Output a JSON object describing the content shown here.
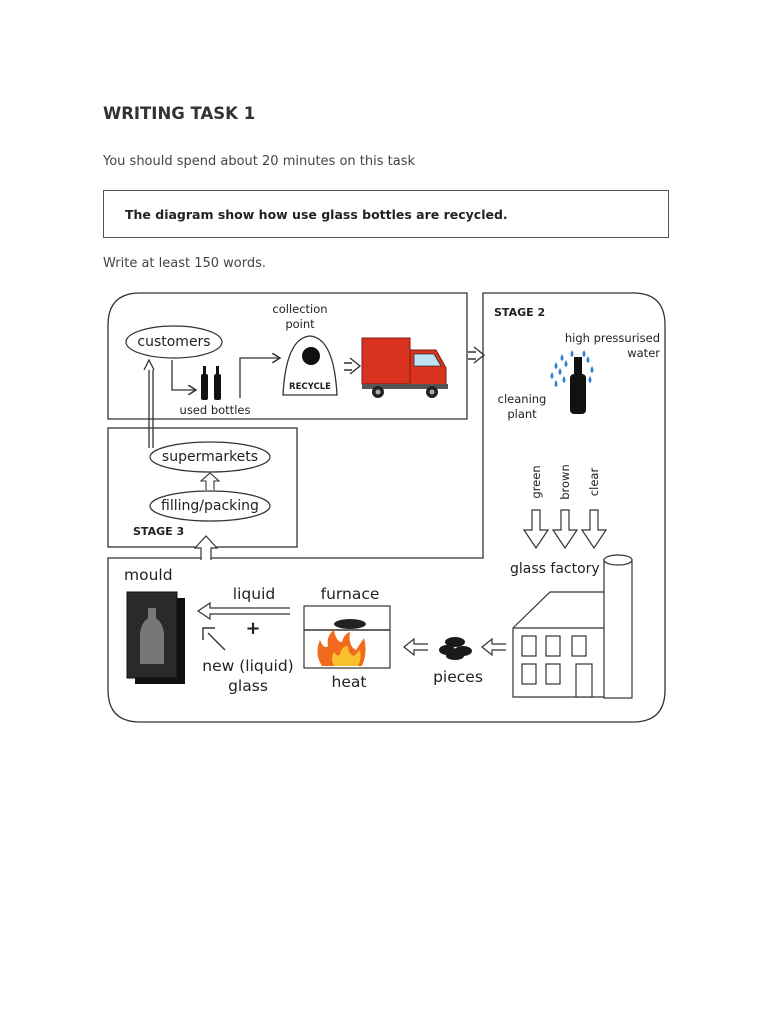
{
  "header": {
    "title": "WRITING TASK 1",
    "time_instruction": "You should spend about 20 minutes on this task",
    "prompt": "The diagram show how use glass bottles are recycled.",
    "word_instruction": "Write at least 150 words."
  },
  "diagram": {
    "stage1": {
      "customers": "customers",
      "used_bottles": "used bottles",
      "collection_point": "collection point",
      "recycle": "RECYCLE"
    },
    "stage2": {
      "label": "STAGE 2",
      "high_pressurised_water": "high pressurised water",
      "cleaning_plant": "cleaning plant",
      "colors": [
        "green",
        "brown",
        "clear"
      ],
      "glass_factory": "glass factory"
    },
    "stage3": {
      "label": "STAGE 3",
      "supermarkets": "supermarkets",
      "filling_packing": "filling/packing"
    },
    "bottom": {
      "mould": "mould",
      "liquid": "liquid",
      "plus": "+",
      "new_liquid_glass": "new (liquid) glass",
      "furnace": "furnace",
      "heat": "heat",
      "pieces": "pieces"
    }
  },
  "colors": {
    "truck_red": "#d9321f",
    "water_blue": "#2f7fd6",
    "flame_orange": "#f26a1b",
    "flame_yellow": "#f7c12d"
  }
}
